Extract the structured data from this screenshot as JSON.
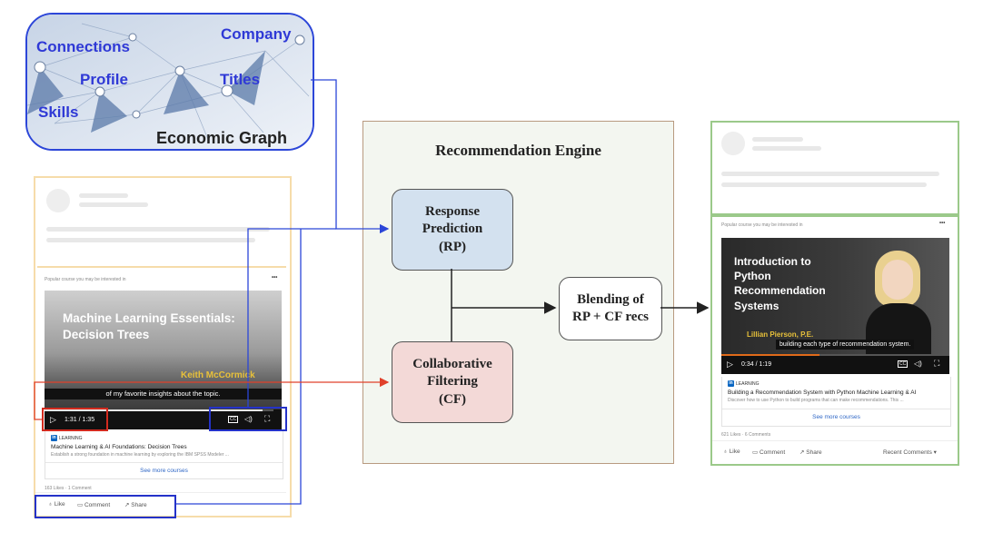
{
  "economic_graph": {
    "words": [
      "Connections",
      "Company",
      "Profile",
      "Titles",
      "Skills"
    ],
    "title": "Economic Graph"
  },
  "left_feed": {
    "post_header": "Popular course you may be interested in",
    "more": "•••",
    "video_title_line1": "Machine Learning Essentials:",
    "video_title_line2": "Decision Trees",
    "presenter": "Keith McCormick",
    "caption": "of my favorite insights about the topic.",
    "time": "1:31 / 1:35",
    "learning": "LEARNING",
    "course_title": "Machine Learning & AI Foundations: Decision Trees",
    "course_desc": "Establish a strong foundation in machine learning by exploring the IBM SPSS Modeler ...",
    "see_more": "See more courses",
    "stats": "163 Likes · 1 Comment",
    "actions": [
      "Like",
      "Comment",
      "Share"
    ]
  },
  "engine": {
    "title": "Recommendation Engine",
    "rp": [
      "Response",
      "Prediction",
      "(RP)"
    ],
    "cf": [
      "Collaborative",
      "Filtering",
      "(CF)"
    ],
    "blend": [
      "Blending of",
      "RP + CF recs"
    ],
    "colors": {
      "rp_fill": "#d3e1ef",
      "cf_fill": "#f3d9d7",
      "blend_fill": "#ffffff"
    }
  },
  "right_feed": {
    "post_header": "Popular course you may be interested in",
    "more": "•••",
    "video_title": [
      "Introduction to",
      "Python",
      "Recommendation",
      "Systems"
    ],
    "presenter": "Lillian Pierson, P.E.",
    "caption": "building each type of recommendation system.",
    "time": "0:34 / 1:19",
    "learning": "LEARNING",
    "course_title": "Building a Recommendation System with Python Machine Learning & AI",
    "course_desc": "Discover how to use Python to build programs that can make recommendations. This ...",
    "see_more": "See more courses",
    "stats": "621 Likes · 6 Comments",
    "actions": [
      "Like",
      "Comment",
      "Share"
    ],
    "recent": "Recent Comments ▾"
  },
  "colors": {
    "blue_line": "#2b46d8",
    "red_line": "#e0402a",
    "feed_left_border": "#f6dcaa",
    "feed_right_border": "#9bc98a",
    "engine_border": "#b89a80"
  }
}
